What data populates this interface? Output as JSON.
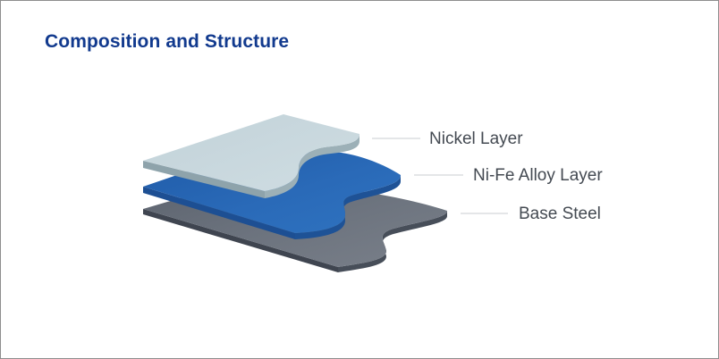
{
  "title": "Composition and Structure",
  "layers": [
    {
      "label": "Nickel Layer",
      "color_top": "#c6d6dc",
      "color_side": "#8ea3ab"
    },
    {
      "label": "Ni-Fe Alloy Layer",
      "color_top": "#2a6ab8",
      "color_side": "#1d4f93"
    },
    {
      "label": "Base Steel",
      "color_top": "#6a717c",
      "color_side": "#3f4550"
    }
  ],
  "colors": {
    "title": "#123a8e",
    "label_text": "#444a52",
    "leader_line": "#c9ccd1",
    "border": "#8e8e8e"
  }
}
